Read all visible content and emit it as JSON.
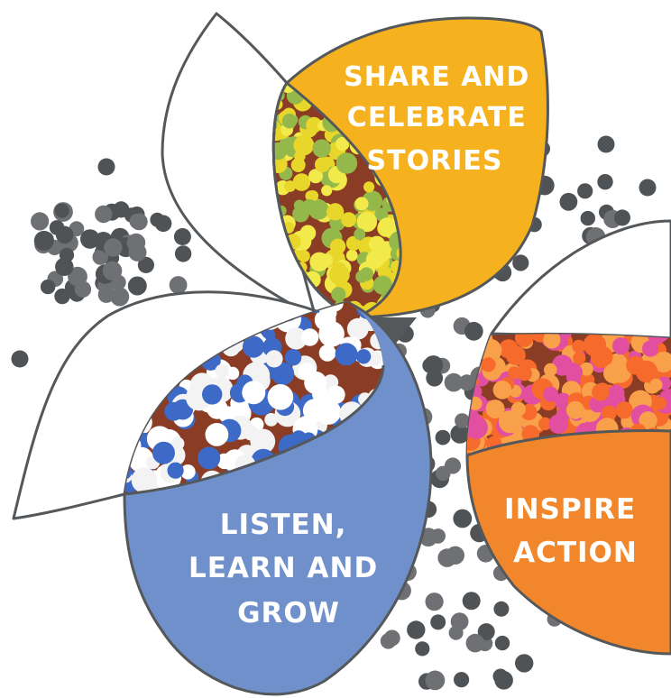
{
  "petals": {
    "share": {
      "lines": [
        "SHARE AND",
        "CELEBRATE",
        "STORIES"
      ],
      "color": "#F6B21E",
      "dots": [
        "#E8D62A",
        "#F2E94A",
        "#94B84A"
      ]
    },
    "listen": {
      "lines": [
        "LISTEN,",
        "LEARN AND",
        "GROW"
      ],
      "color": "#7090CB",
      "dots": [
        "#FFFFFF",
        "#F3F3F3",
        "#3D6AC6"
      ]
    },
    "inspire": {
      "lines": [
        "INSPIRE",
        "ACTION"
      ],
      "color": "#F1862A",
      "dots": [
        "#F66A2C",
        "#E24FA0",
        "#F9A04A"
      ]
    }
  },
  "colors": {
    "outline": "#55585B",
    "dot_dark": "#505356",
    "dot_light": "#6E7073",
    "painting_bg": "#8A3C24"
  }
}
